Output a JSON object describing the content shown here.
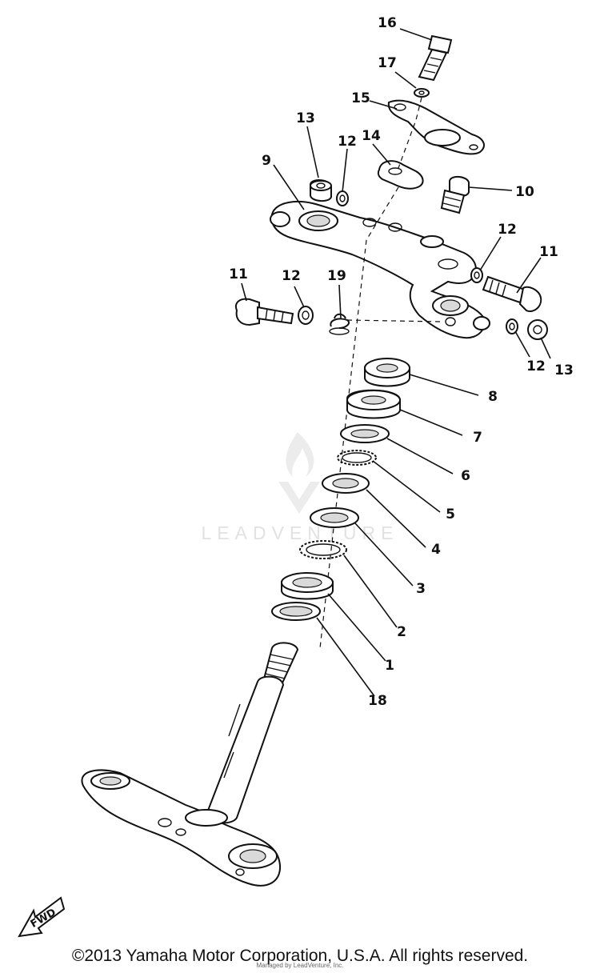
{
  "callouts": [
    {
      "id": "16",
      "label": "16"
    },
    {
      "id": "17",
      "label": "17"
    },
    {
      "id": "15",
      "label": "15"
    },
    {
      "id": "13a",
      "label": "13"
    },
    {
      "id": "12a",
      "label": "12"
    },
    {
      "id": "14",
      "label": "14"
    },
    {
      "id": "9",
      "label": "9"
    },
    {
      "id": "10",
      "label": "10"
    },
    {
      "id": "12b",
      "label": "12"
    },
    {
      "id": "11a",
      "label": "11"
    },
    {
      "id": "11b",
      "label": "11"
    },
    {
      "id": "12c",
      "label": "12"
    },
    {
      "id": "19",
      "label": "19"
    },
    {
      "id": "12d",
      "label": "12"
    },
    {
      "id": "13b",
      "label": "13"
    },
    {
      "id": "8",
      "label": "8"
    },
    {
      "id": "7",
      "label": "7"
    },
    {
      "id": "6",
      "label": "6"
    },
    {
      "id": "5",
      "label": "5"
    },
    {
      "id": "4",
      "label": "4"
    },
    {
      "id": "3",
      "label": "3"
    },
    {
      "id": "2",
      "label": "2"
    },
    {
      "id": "1",
      "label": "1"
    },
    {
      "id": "18",
      "label": "18"
    }
  ],
  "watermark": {
    "text": "LEADVENTURE"
  },
  "fwd_badge": {
    "label": "FWD"
  },
  "footer": {
    "copyright": "©2013 Yamaha Motor Corporation, U.S.A. All rights reserved.",
    "credit": "Managed by LeadVenture, Inc."
  }
}
